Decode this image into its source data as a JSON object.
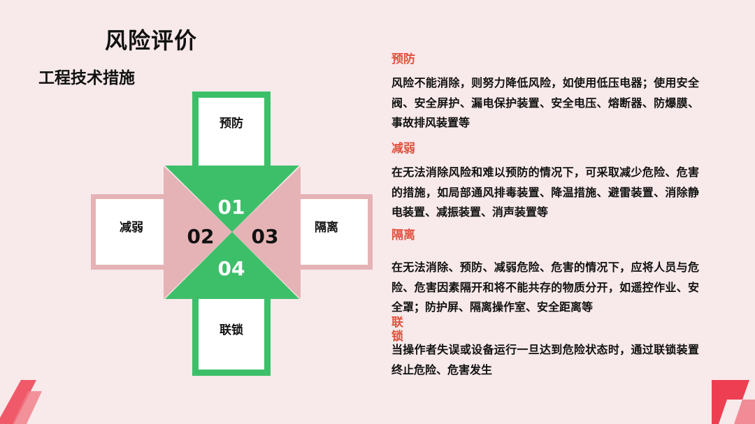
{
  "title": "风险评价",
  "subtitle": "工程技术措施",
  "diagram": {
    "top": {
      "label": "预防",
      "number": "01"
    },
    "left": {
      "label": "减弱",
      "number": "02"
    },
    "right": {
      "label": "隔离",
      "number": "03"
    },
    "bottom": {
      "label": "联锁",
      "number": "04"
    }
  },
  "sections": [
    {
      "heading": "预防",
      "text": "风险不能消除，则努力降低风险，如使用低压电器；使用安全阀、安全屏护、漏电保护装置、安全电压、熔断器、防爆膜、事故排风装置等"
    },
    {
      "heading": "减弱",
      "text": "在无法消除风险和难以预防的情况下，可采取减少危险、危害的措施，如局部通风排毒装置、降温措施、避雷装置、消除静电装置、减振装置、消声装置等"
    },
    {
      "heading": "隔离",
      "text": "在无法消除、预防、减弱危险、危害的情况下，应将人员与危险、危害因素隔开和将不能共存的物质分开，如遥控作业、安全罩；防护屏、隔离操作室、安全距离等"
    },
    {
      "heading": "联锁",
      "text": "当操作者失误或设备运行一旦达到危险状态时，通过联锁装置终止危险、危害发生"
    }
  ],
  "colors": {
    "background": "#f8e9ea",
    "green": "#3dbf6a",
    "pink": "#e5b3b5",
    "heading": "#e0523f",
    "corner": "#ee3f52"
  }
}
